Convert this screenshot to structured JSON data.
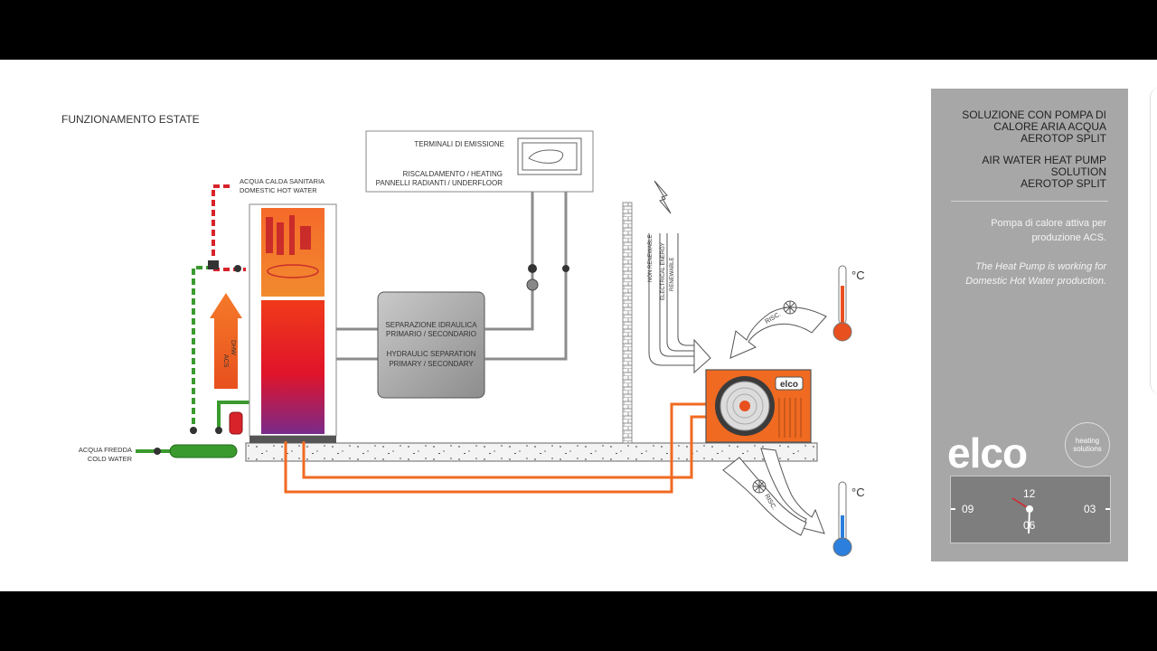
{
  "diagram": {
    "title": "FUNZIONAMENTO ESTATE",
    "dhw_label_it": "ACQUA CALDA SANITARIA",
    "dhw_label_en": "DOMESTIC HOT WATER",
    "cold_label_it": "ACQUA FREDDA",
    "cold_label_en": "COLD WATER",
    "terminals_title": "TERMINALI DI EMISSIONE",
    "terminals_line1": "RISCALDAMENTO / HEATING",
    "terminals_line2": "PANNELLI RADIANTI / UNDERFLOOR",
    "separation_it1": "SEPARAZIONE IDRAULICA",
    "separation_it2": "PRIMARIO / SECONDARIO",
    "separation_en1": "HYDRAULIC SEPARATION",
    "separation_en2": "PRIMARY / SECONDARY",
    "arrow_acs": "ACS",
    "arrow_dhw": "DHW",
    "energy_non_renewable": "NON RENEWABLE",
    "energy_electrical": "ELECTRICAL ENERGY",
    "energy_renewable": "RENEWABLE",
    "risc_upper": "RISC.",
    "risc_lower": "RISC.",
    "thermo_unit_upper": "°C",
    "thermo_unit_lower": "°C",
    "unit_brand": "elco",
    "colors": {
      "hot": "#d8232a",
      "cold_pipe": "#3a9a2e",
      "orange": "#f06a21",
      "pipe_grey": "#8c8c8c",
      "thermo_red": "#e9501f",
      "thermo_blue": "#2c7fdc"
    }
  },
  "panel": {
    "title_it_1": "SOLUZIONE CON POMPA DI",
    "title_it_2": "CALORE ARIA ACQUA",
    "title_it_3": "AEROTOP SPLIT",
    "title_en_1": "AIR WATER HEAT PUMP",
    "title_en_2": "SOLUTION",
    "title_en_3": "AEROTOP SPLIT",
    "desc_it_1": "Pompa di calore attiva per",
    "desc_it_2": "produzione ACS.",
    "desc_en_1": "The Heat Pump is working for",
    "desc_en_2": "Domestic Hot Water production.",
    "logo": "elco",
    "logo_tag_1": "heating",
    "logo_tag_2": "solutions",
    "clock": {
      "n12": "12",
      "n03": "03",
      "n06": "06",
      "n09": "09"
    }
  }
}
